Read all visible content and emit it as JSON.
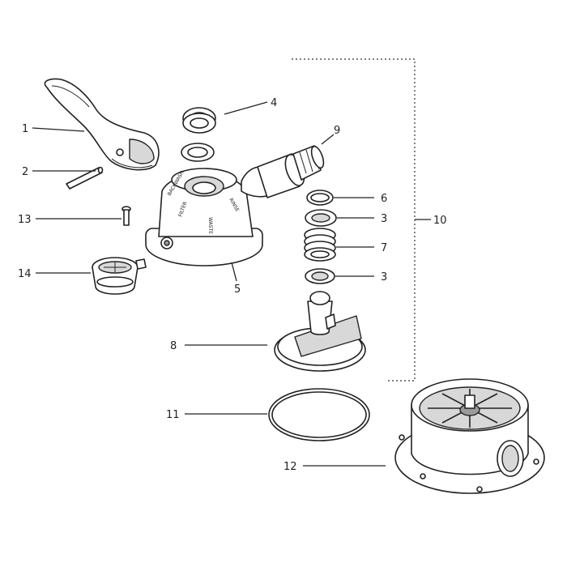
{
  "diagram": {
    "callouts": [
      {
        "id": "1",
        "label": "1"
      },
      {
        "id": "2",
        "label": "2"
      },
      {
        "id": "3a",
        "label": "3"
      },
      {
        "id": "3b",
        "label": "3"
      },
      {
        "id": "4",
        "label": "4"
      },
      {
        "id": "5",
        "label": "5"
      },
      {
        "id": "6",
        "label": "6"
      },
      {
        "id": "7",
        "label": "7"
      },
      {
        "id": "8",
        "label": "8"
      },
      {
        "id": "9",
        "label": "9"
      },
      {
        "id": "10",
        "label": "10"
      },
      {
        "id": "11",
        "label": "11"
      },
      {
        "id": "12",
        "label": "12"
      },
      {
        "id": "13",
        "label": "13"
      },
      {
        "id": "14",
        "label": "14"
      }
    ],
    "valve_cover_markings": {
      "rinse": "RINSE",
      "backwash": "BACKWASH",
      "waste": "WASTE",
      "filter": "FILTER"
    }
  }
}
